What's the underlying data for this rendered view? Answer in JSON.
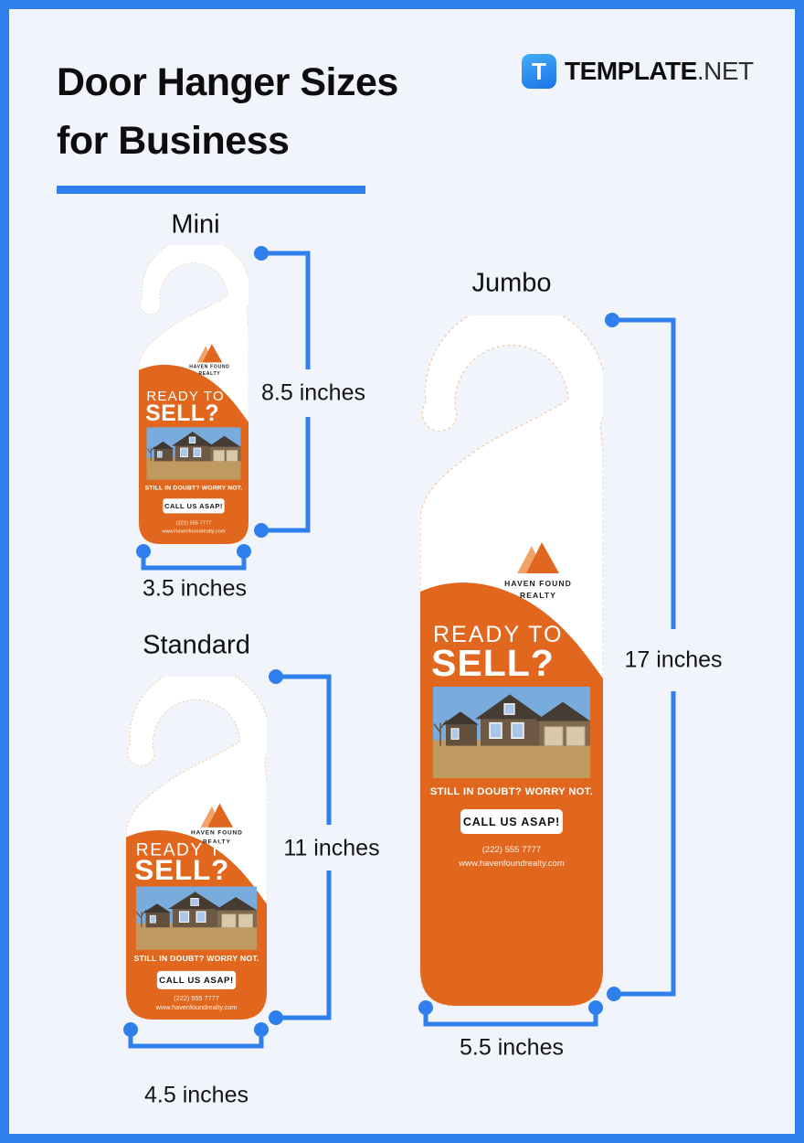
{
  "page": {
    "background": "#F1F5FB",
    "border_color": "#2F80ED"
  },
  "header": {
    "title_line1": "Door Hanger Sizes",
    "title_line2": "for Business",
    "brand_letter": "T",
    "brand_name": "TEMPLATE",
    "brand_tld": ".NET"
  },
  "sizes": {
    "mini": {
      "label": "Mini",
      "height": "8.5 inches",
      "width": "3.5 inches"
    },
    "standard": {
      "label": "Standard",
      "height": "11 inches",
      "width": "4.5 inches"
    },
    "jumbo": {
      "label": "Jumbo",
      "height": "17 inches",
      "width": "5.5 inches"
    }
  },
  "flyer": {
    "brand_line1": "HAVEN FOUND",
    "brand_line2": "REALTY",
    "headline1": "READY TO",
    "headline2": "SELL?",
    "tagline": "STILL IN DOUBT? WORRY NOT.",
    "cta": "CALL US ASAP!",
    "phone": "(222) 555 7777",
    "website": "www.havenfoundrealty.com"
  },
  "colors": {
    "accent": "#2F80ED",
    "orange": "#E0671D"
  }
}
